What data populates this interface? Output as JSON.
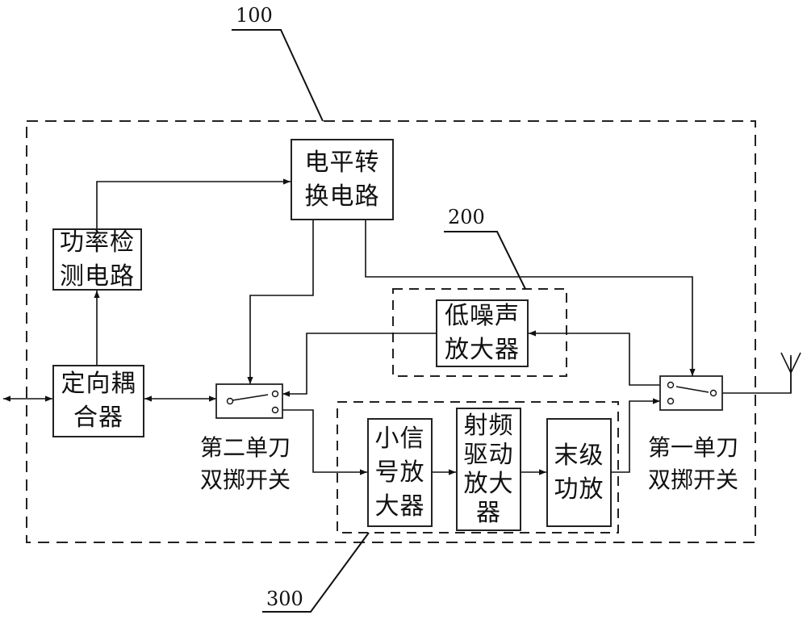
{
  "refs": {
    "r100": "100",
    "r200": "200",
    "r300": "300"
  },
  "blocks": {
    "level_shift": "电平转\n换电路",
    "power_detect": "功率检\n测电路",
    "directional_coupler": "定向耦\n合器",
    "lna": "低噪声\n放大器",
    "small_signal_amp": "小信\n号放\n大器",
    "rf_driver_amp": "射频\n驱动\n放大\n器",
    "final_pa": "末级\n功放"
  },
  "switch_labels": {
    "second": "第二单刀\n双掷开关",
    "first": "第一单刀\n双掷开关"
  }
}
